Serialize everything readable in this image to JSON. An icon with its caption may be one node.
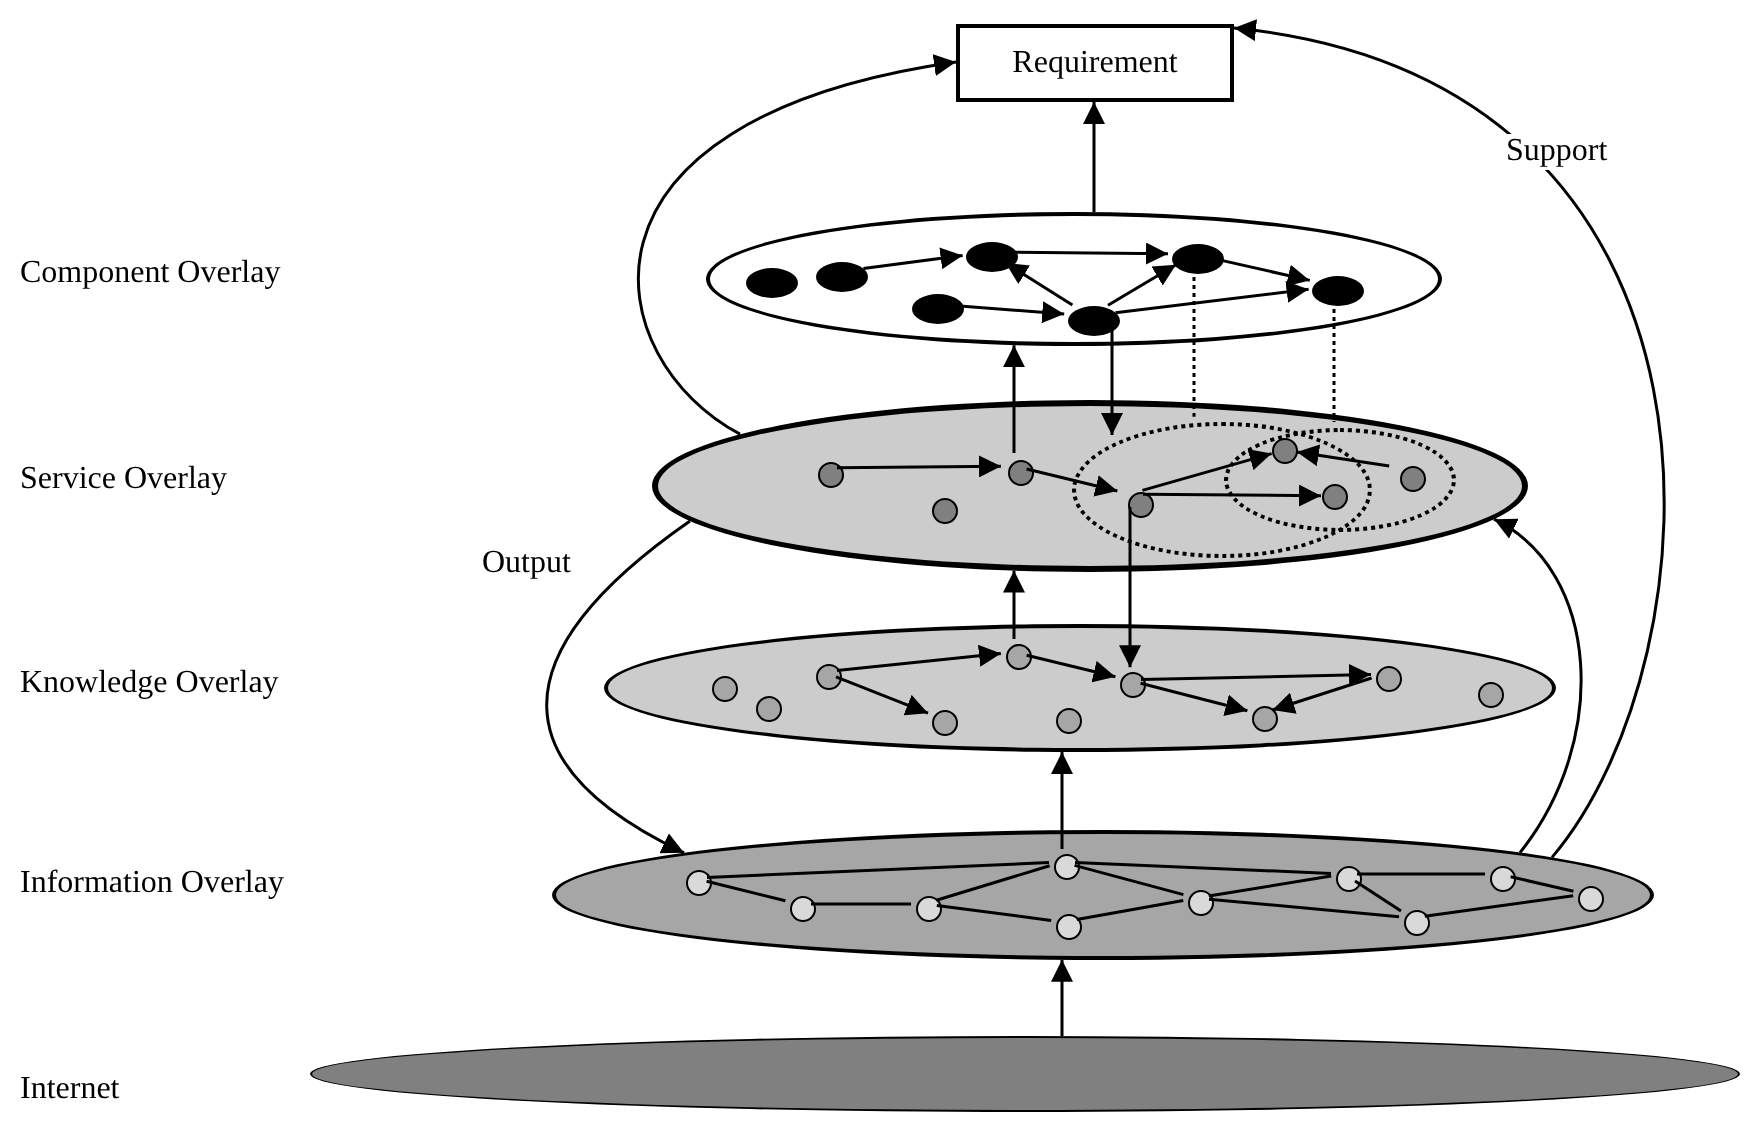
{
  "diagram": {
    "nodes": [
      {
        "text": [
          "Requirement"
        ]
      },
      {
        "text": [],
        "shape": "ellipse"
      },
      {
        "text": [],
        "shape": "ellipse",
        "in": 1
      },
      {
        "text": [],
        "shape": "ellipse",
        "in": 1
      },
      {
        "text": [],
        "shape": "ellipse",
        "in": 1
      },
      {
        "text": [],
        "shape": "ellipse",
        "in": 1
      },
      {
        "text": [],
        "shape": "ellipse",
        "in": 1
      },
      {
        "text": [],
        "shape": "ellipse",
        "in": 1
      },
      {
        "text": [],
        "shape": "ellipse",
        "in": 1
      },
      {
        "text": [],
        "shape": "ellipse"
      },
      {
        "text": [],
        "shape": "circle",
        "in": 9
      },
      {
        "text": [],
        "shape": "circle",
        "in": 9
      },
      {
        "text": [],
        "shape": "circle",
        "in": 9
      },
      {
        "text": [],
        "shape": "circle",
        "in": 17
      },
      {
        "text": [],
        "shape": "circle"
      },
      {
        "text": [],
        "shape": "circle"
      },
      {
        "text": [],
        "shape": "circle",
        "in": 18
      },
      {
        "text": [],
        "shape": "ellipse",
        "in": 9
      },
      {
        "text": [],
        "shape": "ellipse",
        "in": 9
      },
      {
        "text": [],
        "shape": "ellipse"
      },
      {
        "text": [],
        "shape": "circle",
        "in": 19
      },
      {
        "text": [],
        "shape": "circle",
        "in": 19
      },
      {
        "text": [],
        "shape": "circle",
        "in": 19
      },
      {
        "text": [],
        "shape": "circle",
        "in": 19
      },
      {
        "text": [],
        "shape": "circle",
        "in": 19
      },
      {
        "text": [],
        "shape": "circle",
        "in": 19
      },
      {
        "text": [],
        "shape": "circle",
        "in": 19
      },
      {
        "text": [],
        "shape": "circle",
        "in": 19
      },
      {
        "text": [],
        "shape": "circle",
        "in": 19
      },
      {
        "text": [],
        "shape": "circle",
        "in": 19
      },
      {
        "text": [],
        "shape": "ellipse"
      },
      {
        "text": [],
        "shape": "circle",
        "in": 30
      },
      {
        "text": [],
        "shape": "circle",
        "in": 30
      },
      {
        "text": [],
        "shape": "circle",
        "in": 30
      },
      {
        "text": [],
        "shape": "circle",
        "in": 30
      },
      {
        "text": [],
        "shape": "circle",
        "in": 30
      },
      {
        "text": [],
        "shape": "circle",
        "in": 30
      },
      {
        "text": [],
        "shape": "circle",
        "in": 30
      },
      {
        "text": [],
        "shape": "circle",
        "in": 30
      },
      {
        "text": [],
        "shape": "circle",
        "in": 30
      },
      {
        "text": [],
        "shape": "circle",
        "in": 30
      },
      {
        "text": [],
        "shape": "ellipse"
      }
    ],
    "edges": [
      {
        "from": 3,
        "to": 4,
        "arrow": "to"
      },
      {
        "from": 4,
        "to": 7,
        "arrow": "to"
      },
      {
        "from": 6,
        "to": 4,
        "arrow": "to"
      },
      {
        "from": 6,
        "to": 7,
        "arrow": "to"
      },
      {
        "from": 5,
        "to": 6,
        "arrow": "to"
      },
      {
        "from": 7,
        "to": 8,
        "arrow": "to"
      },
      {
        "from": 6,
        "to": 8,
        "arrow": "to"
      },
      {
        "from": 10,
        "to": 12,
        "arrow": "to"
      },
      {
        "from": 12,
        "to": 13,
        "arrow": "to"
      },
      {
        "from": 13,
        "to": 14,
        "arrow": "to"
      },
      {
        "from": 16,
        "to": 14,
        "arrow": "to"
      },
      {
        "from": 13,
        "to": 15,
        "arrow": "to"
      },
      {
        "from": 22,
        "to": 24,
        "arrow": "to"
      },
      {
        "from": 22,
        "to": 23,
        "arrow": "to"
      },
      {
        "from": 24,
        "to": 26,
        "arrow": "to"
      },
      {
        "from": 26,
        "to": 28,
        "arrow": "to"
      },
      {
        "from": 26,
        "to": 27,
        "arrow": "to"
      },
      {
        "from": 28,
        "to": 27,
        "arrow": "to"
      },
      {
        "from": 31,
        "to": 34,
        "arrow": "none"
      },
      {
        "from": 31,
        "to": 32,
        "arrow": "none"
      },
      {
        "from": 32,
        "to": 33,
        "arrow": "none"
      },
      {
        "from": 33,
        "to": 34,
        "arrow": "none"
      },
      {
        "from": 33,
        "to": 35,
        "arrow": "none"
      },
      {
        "from": 34,
        "to": 36,
        "arrow": "none"
      },
      {
        "from": 35,
        "to": 36,
        "arrow": "none"
      },
      {
        "from": 34,
        "to": 37,
        "arrow": "none"
      },
      {
        "from": 36,
        "to": 37,
        "arrow": "none"
      },
      {
        "from": 36,
        "to": 38,
        "arrow": "none"
      },
      {
        "from": 37,
        "to": 38,
        "arrow": "none"
      },
      {
        "from": 37,
        "to": 39,
        "arrow": "none"
      },
      {
        "from": 38,
        "to": 40,
        "arrow": "none"
      },
      {
        "from": 39,
        "to": 40,
        "arrow": "none"
      },
      {
        "from": 41,
        "to": 30,
        "arrow": "to"
      },
      {
        "from": 34,
        "to": 19,
        "arrow": "to"
      },
      {
        "from": 24,
        "to": 9,
        "arrow": "to"
      },
      {
        "from": 12,
        "to": 1,
        "arrow": "to"
      },
      {
        "from": 1,
        "to": 0,
        "arrow": "to"
      },
      {
        "from": 6,
        "to": 17,
        "arrow": "to"
      },
      {
        "from": 13,
        "to": 26,
        "arrow": "to"
      },
      {
        "from": 7,
        "to": 17,
        "arrow": "none",
        "style": "dashed"
      },
      {
        "from": 8,
        "to": 18,
        "arrow": "none",
        "style": "dashed"
      },
      {
        "from": 9,
        "to": 0,
        "arrow": "to"
      },
      {
        "from": 9,
        "to": 30,
        "arrow": "to",
        "label": "Output"
      },
      {
        "from": 30,
        "to": 9,
        "arrow": "to"
      },
      {
        "from": 30,
        "to": 0,
        "arrow": "to",
        "label": "Support"
      }
    ],
    "labels": [
      "Component Overlay",
      "Service Overlay",
      "Knowledge Overlay",
      "Information Overlay",
      "Internet"
    ]
  }
}
